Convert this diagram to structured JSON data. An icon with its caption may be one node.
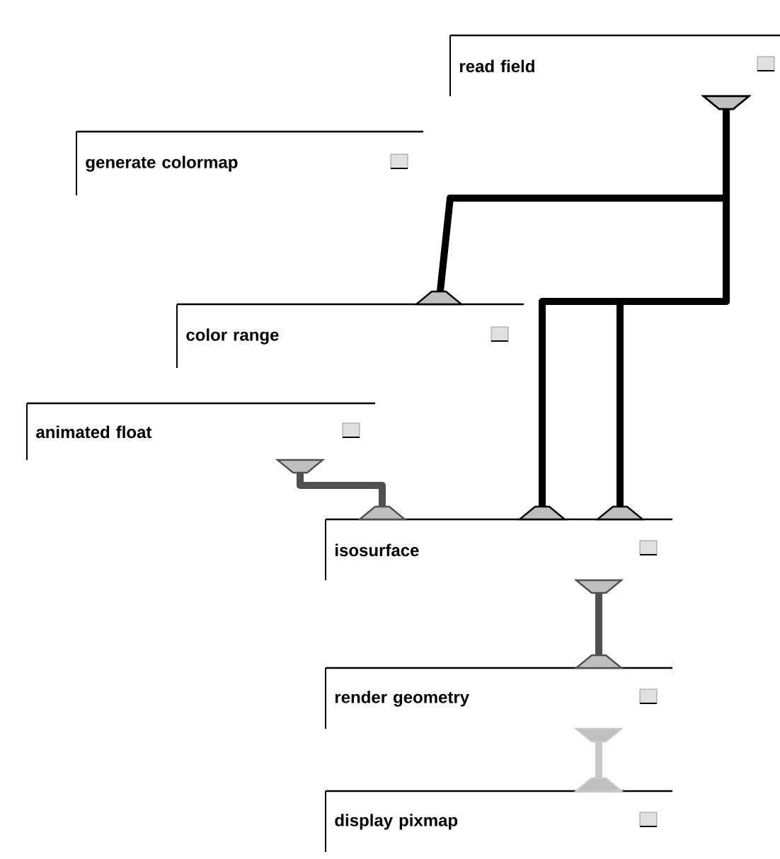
{
  "diagram": {
    "nodes": [
      {
        "text": [
          "read field"
        ]
      },
      {
        "text": [
          "generate colormap"
        ]
      },
      {
        "text": [
          "color range"
        ]
      },
      {
        "text": [
          "animated float"
        ]
      },
      {
        "text": [
          "isosurface"
        ]
      },
      {
        "text": [
          "render geometry"
        ]
      },
      {
        "text": [
          "display pixmap"
        ]
      }
    ],
    "edges": [
      {
        "from": 0,
        "to": 2,
        "arrow": "none"
      },
      {
        "from": 0,
        "to": 4,
        "arrow": "none"
      },
      {
        "from": 0,
        "to": 4,
        "arrow": "none"
      },
      {
        "from": 3,
        "to": 4,
        "arrow": "none",
        "color": "#505050"
      },
      {
        "from": 4,
        "to": 5,
        "arrow": "none",
        "color": "#505050"
      },
      {
        "from": 5,
        "to": 6,
        "arrow": "none",
        "color": "#c8c8c8"
      }
    ]
  }
}
